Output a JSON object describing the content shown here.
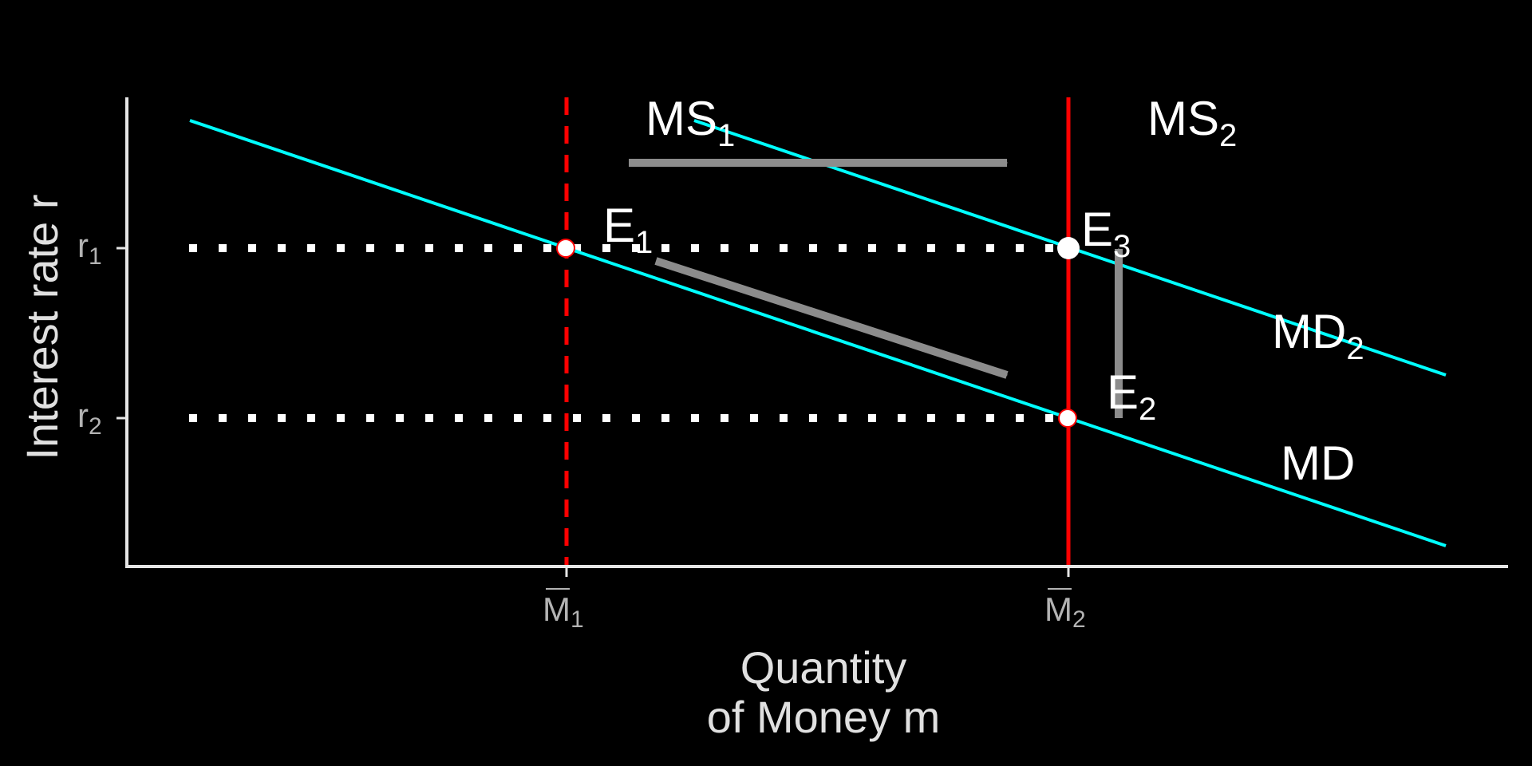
{
  "colors": {
    "background": "#000000",
    "axis": "#e6e6e6",
    "axis_title": "#e0e0e0",
    "tick_label": "#b3b3b3",
    "demand_curve": "#00ffff",
    "supply_line": "#ff0000",
    "guide_dots": "#ffffff",
    "shift_arrow": "#8c8c8c",
    "point": "#ffffff",
    "label": "#ffffff"
  },
  "axes": {
    "x_title_line1": "Quantity",
    "x_title_line2": "of Money m",
    "y_title": "Interest rate r",
    "x_ticks": [
      {
        "main": "M",
        "sub": "1",
        "overline": true
      },
      {
        "main": "M",
        "sub": "2",
        "overline": true
      }
    ],
    "y_ticks": [
      {
        "main": "r",
        "sub": "1"
      },
      {
        "main": "r",
        "sub": "2"
      }
    ]
  },
  "curves": {
    "ms1": {
      "main": "MS",
      "sub": "1",
      "style": "dashed"
    },
    "ms2": {
      "main": "MS",
      "sub": "2",
      "style": "solid"
    },
    "md": {
      "main": "MD",
      "sub": ""
    },
    "md2": {
      "main": "MD",
      "sub": "2"
    }
  },
  "points": {
    "e1": {
      "main": "E",
      "sub": "1",
      "marker": "hollow"
    },
    "e2": {
      "main": "E",
      "sub": "2",
      "marker": "hollow"
    },
    "e3": {
      "main": "E",
      "sub": "3",
      "marker": "filled"
    }
  },
  "arrows": [
    "supply-shift-right",
    "demand-slide-down",
    "demand-shift-up"
  ]
}
